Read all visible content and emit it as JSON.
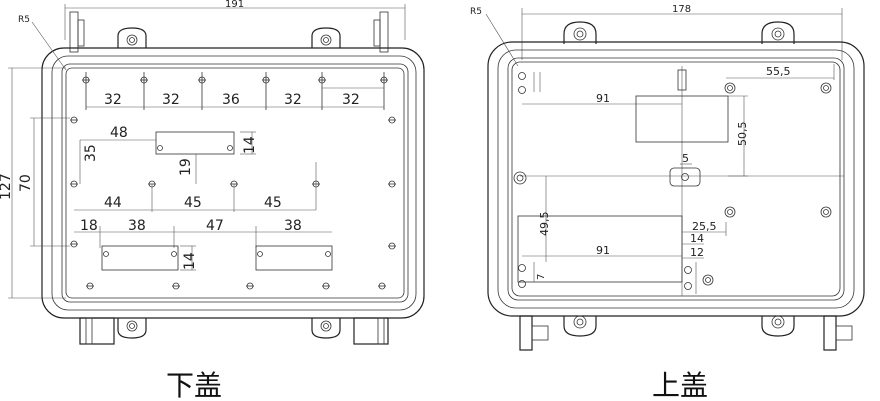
{
  "left_panel": {
    "caption": "下盖",
    "radius_label": "R5",
    "overall_width": "191",
    "overall_height": "127",
    "inner_height": "70",
    "top_row_spacings": [
      "32",
      "32",
      "36",
      "32",
      "32"
    ],
    "window_width": "48",
    "window_height": "35",
    "window_offset": "19",
    "window_tab": "14",
    "middle_row_spacings": [
      "44",
      "45",
      "45"
    ],
    "bottom_row_spacings": [
      "18",
      "38",
      "47",
      "38"
    ],
    "bottom_window_height": "14"
  },
  "right_panel": {
    "caption": "上盖",
    "radius_label": "R5",
    "overall_width": "178",
    "top_right_offset": "55,5",
    "left_offset": "91",
    "window_height": "50,5",
    "center_hole": "5",
    "vertical_offset": "49,5",
    "small_offset": "25,5",
    "lower_offset_a": "14",
    "lower_left_offset": "91",
    "lower_offset_b": "12",
    "corner_offset": "7"
  }
}
